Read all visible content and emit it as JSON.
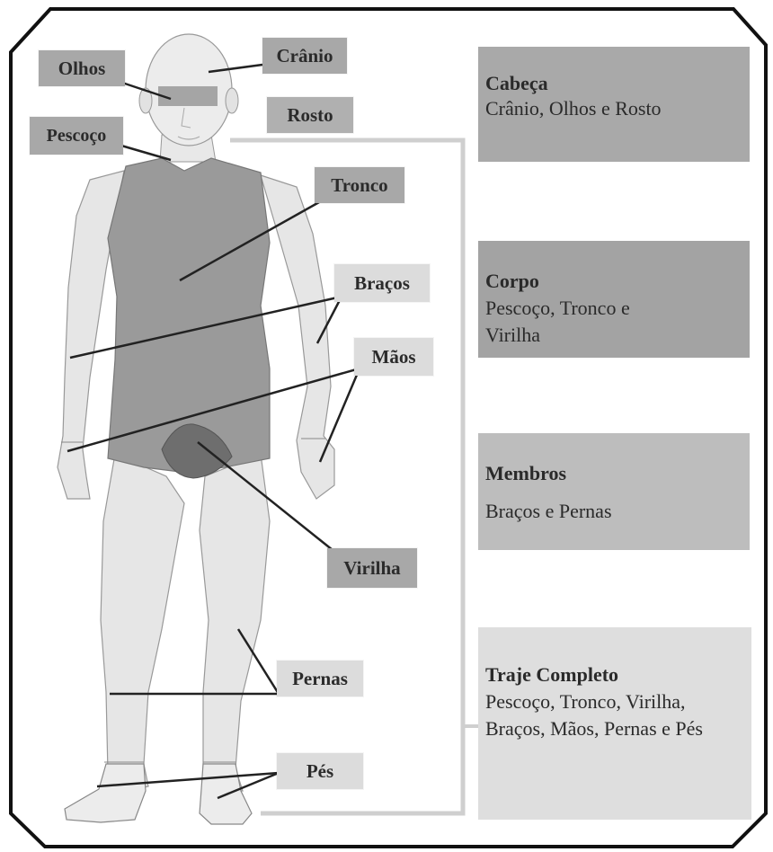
{
  "labels": {
    "cranio": "Crânio",
    "olhos": "Olhos",
    "rosto": "Rosto",
    "pescoco": "Pescoço",
    "tronco": "Tronco",
    "bracos": "Braços",
    "maos": "Mãos",
    "virilha": "Virilha",
    "pernas": "Pernas",
    "pes": "Pés"
  },
  "panels": [
    {
      "title": "Cabeça",
      "desc": "Crânio, Olhos e Rosto",
      "color": "#a9a9a9"
    },
    {
      "title": "Corpo",
      "desc": "Pescoço, Tronco e Virilha",
      "color": "#a3a3a3"
    },
    {
      "title": "Membros",
      "desc": "Braços e Pernas",
      "color": "#bdbdbd"
    },
    {
      "title": "Traje Completo",
      "desc": "Pescoço, Tronco, Virilha, Braços, Mãos, Pernas e Pés",
      "color": "#dedede"
    }
  ],
  "colors": {
    "frame": "#111111",
    "skin": "#e9e9e9",
    "suit": "#9a9a9a",
    "groin": "#6e6e6e",
    "label_dark": "#a8a8a8",
    "label_light": "#dcdcdc",
    "bracket": "#cfcfcf"
  }
}
